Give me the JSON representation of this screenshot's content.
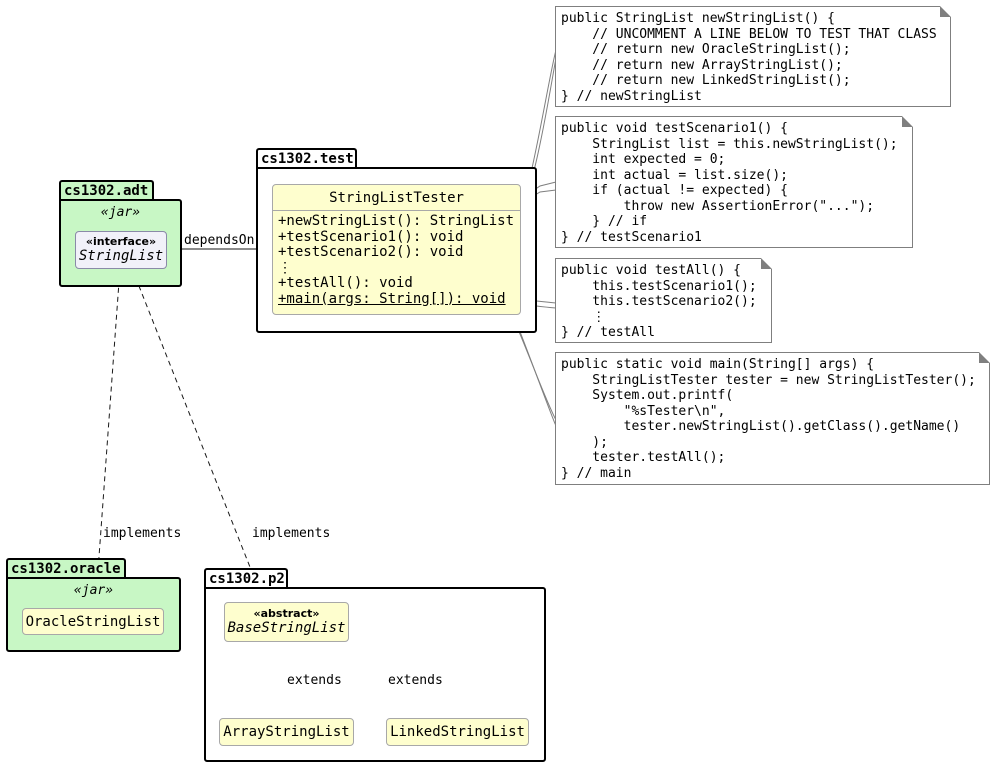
{
  "packages": {
    "adt": {
      "name": "cs1302.adt",
      "stereotype": "«jar»"
    },
    "test": {
      "name": "cs1302.test"
    },
    "oracle": {
      "name": "cs1302.oracle",
      "stereotype": "«jar»"
    },
    "p2": {
      "name": "cs1302.p2"
    }
  },
  "classes": {
    "stringlist": {
      "stereotype": "«interface»",
      "name": "StringList"
    },
    "tester": {
      "name": "StringListTester",
      "members": [
        "+newStringList(): StringList",
        "+testScenario1(): void",
        "+testScenario2(): void",
        "⋮",
        "+testAll(): void",
        "+main(args: String[]): void"
      ]
    },
    "oracle_list": {
      "name": "OracleStringList"
    },
    "base": {
      "stereotype": "«abstract»",
      "name": "BaseStringList"
    },
    "array": {
      "name": "ArrayStringList"
    },
    "linked": {
      "name": "LinkedStringList"
    }
  },
  "relations": {
    "depends": "dependsOn",
    "implements_oracle": "implements",
    "implements_p2": "implements",
    "extends_array": "extends",
    "extends_linked": "extends"
  },
  "notes": {
    "newStringList": "public StringList newStringList() {\n    // UNCOMMENT A LINE BELOW TO TEST THAT CLASS\n    // return new OracleStringList();\n    // return new ArrayStringList();\n    // return new LinkedStringList();\n} // newStringList",
    "testScenario1": "public void testScenario1() {\n    StringList list = this.newStringList();\n    int expected = 0;\n    int actual = list.size();\n    if (actual != expected) {\n        throw new AssertionError(\"...\");\n    } // if\n} // testScenario1",
    "testAll": "public void testAll() {\n    this.testScenario1();\n    this.testScenario2();\n    ⋮\n} // testAll",
    "main": "public static void main(String[] args) {\n    StringListTester tester = new StringListTester();\n    System.out.printf(\n        \"%sTester\\n\",\n        tester.newStringList().getClass().getName()\n    );\n    tester.testAll();\n} // main"
  }
}
